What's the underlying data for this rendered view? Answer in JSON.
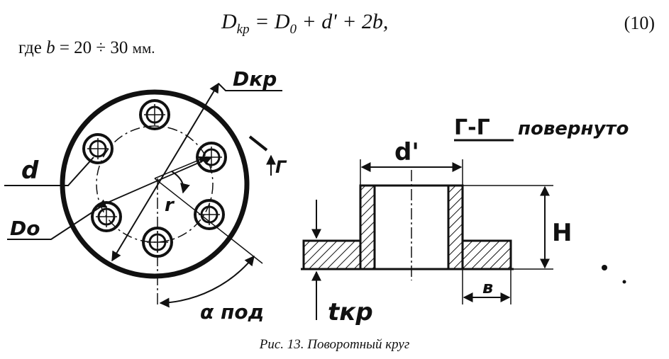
{
  "formula": {
    "lhs_symbol": "D",
    "lhs_sub": "kp",
    "rhs_1": "= D",
    "rhs_1_sub": "0",
    "rhs_2": " + d' + 2b,",
    "number": "(10)"
  },
  "where": {
    "prefix": "где",
    "var": "b",
    "range": " = 20 ÷ 30 ",
    "unit": "мм."
  },
  "labels": {
    "d_kr": "Dкр",
    "d": "d",
    "d0": "Do",
    "r": "r",
    "g_mark": "Г",
    "alpha": "α пoд",
    "section": "Г-Г",
    "section_note": "повернуто",
    "d_prime": "d'",
    "h": "H",
    "b": "в",
    "t_kr": "tкр"
  },
  "caption": "Рис. 13. Поворотный круг"
}
